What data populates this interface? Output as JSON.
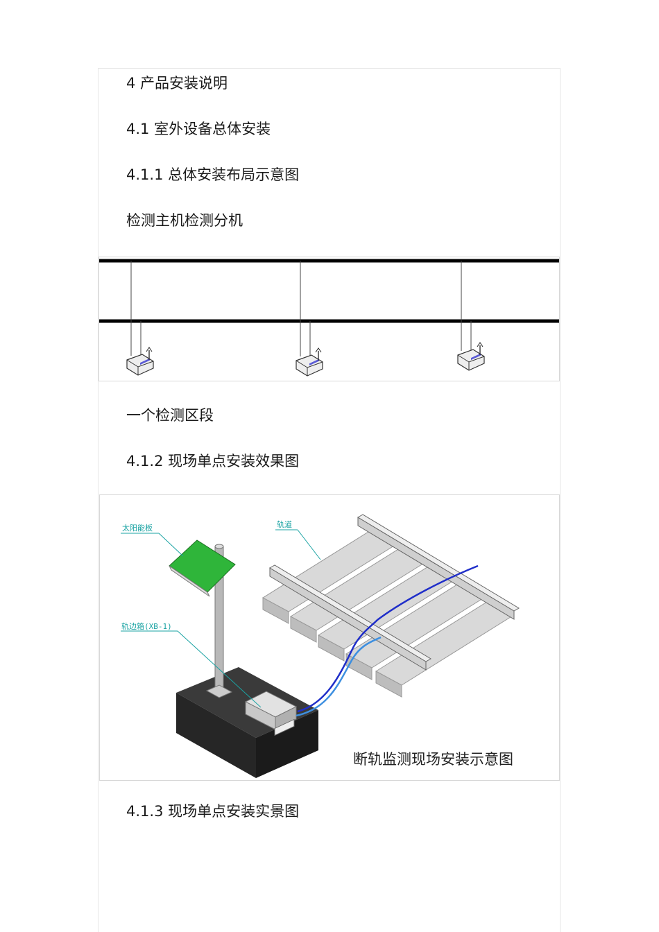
{
  "document": {
    "heading_4": "4  产品安装说明",
    "heading_4_1": "4.1  室外设备总体安装",
    "heading_4_1_1": "4.1.1 总体安装布局示意图",
    "text_layout_labels": "检测主机检测分机",
    "text_section": "一个检测区段",
    "heading_4_1_2": "4.1.2 现场单点安装效果图",
    "heading_4_1_3": "4.1.3 现场单点安装实景图"
  },
  "figure_install": {
    "label_solar_panel": "太阳能板",
    "label_track": "轨道",
    "label_trackside_box": "轨边箱(XB-1)",
    "caption": "断轨监测现场安装示意图"
  },
  "colors": {
    "solar_panel": "#2fb53a",
    "cable_dark": "#1f2ec9",
    "cable_light": "#3d8fe0",
    "label_teal": "#1aa3a3"
  }
}
